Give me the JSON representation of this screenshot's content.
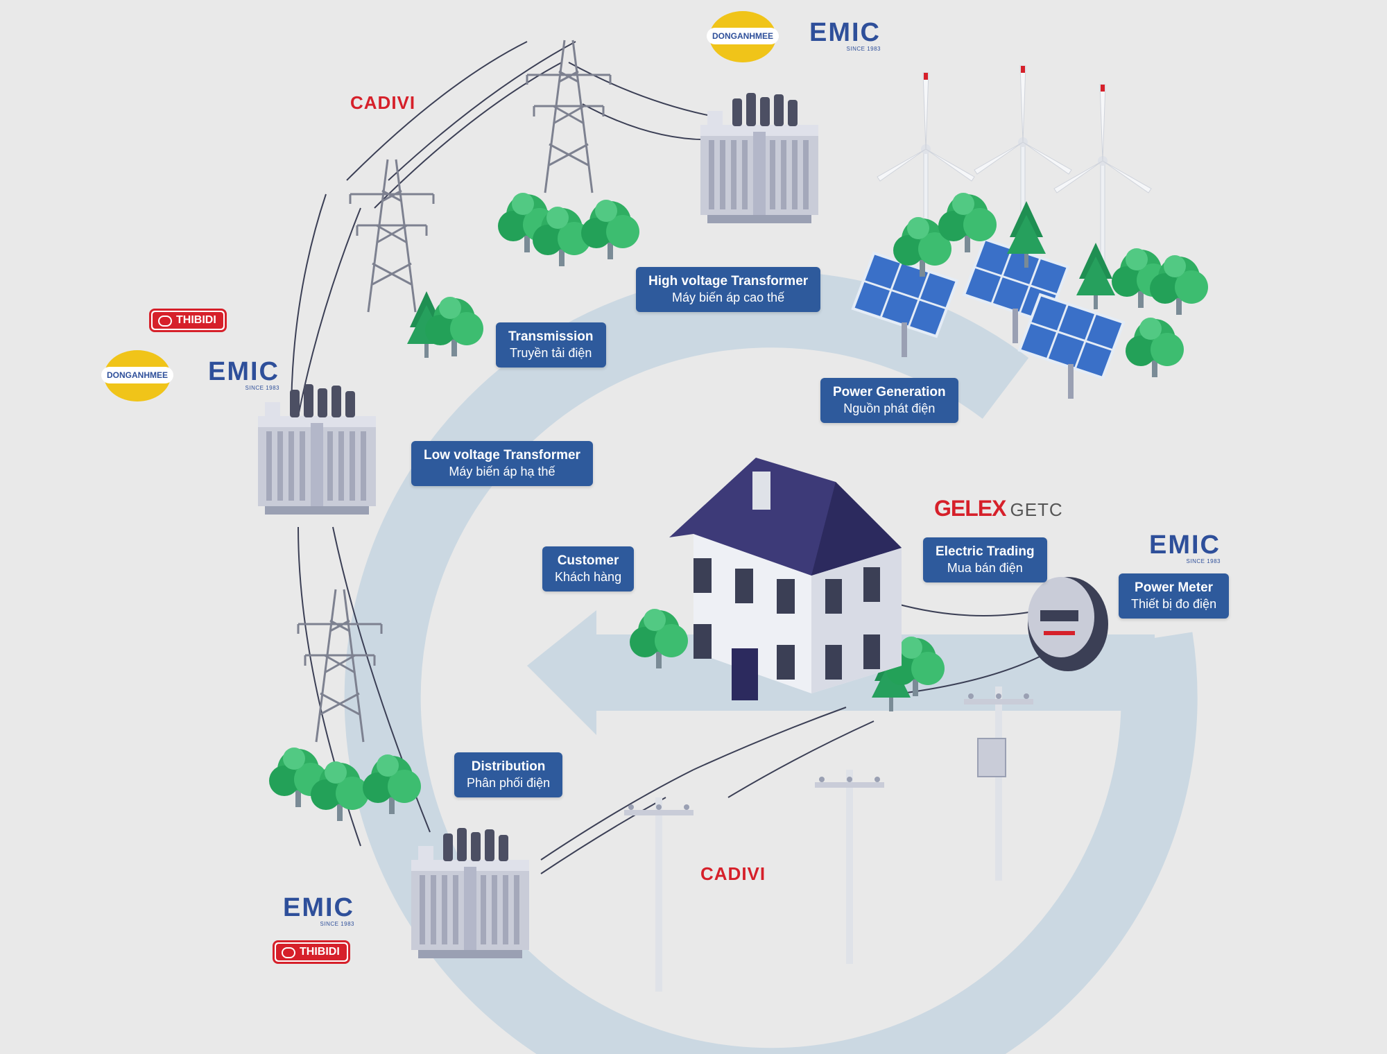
{
  "labels": {
    "high_voltage_transformer": {
      "title": "High voltage Transformer",
      "subtitle": "Máy biến áp cao thế"
    },
    "transmission": {
      "title": "Transmission",
      "subtitle": "Truyền tải điện"
    },
    "power_generation": {
      "title": "Power Generation",
      "subtitle": "Nguồn phát điện"
    },
    "low_voltage_transformer": {
      "title": "Low voltage Transformer",
      "subtitle": "Máy biến áp hạ thế"
    },
    "customer": {
      "title": "Customer",
      "subtitle": "Khách hàng"
    },
    "electric_trading": {
      "title": "Electric Trading",
      "subtitle": "Mua bán điện"
    },
    "power_meter": {
      "title": "Power Meter",
      "subtitle": "Thiết bị đo điện"
    },
    "distribution": {
      "title": "Distribution",
      "subtitle": "Phân phối điện"
    }
  },
  "logos": {
    "cadivi": "CADIVI",
    "emic": "EMIC",
    "emic_since": "SINCE 1983",
    "thibidi": "THIBIDI",
    "donganhmee": "DONGANHMEE",
    "gelex": "GELEX",
    "getc": "GETC"
  },
  "colors": {
    "background": "#e9e9e9",
    "label_fill": "#2e5a9c",
    "cycle_ring": "#cbd8e2",
    "brand_red": "#d6202a",
    "brand_blue": "#2e4f9a",
    "roof": "#3d3a78"
  }
}
